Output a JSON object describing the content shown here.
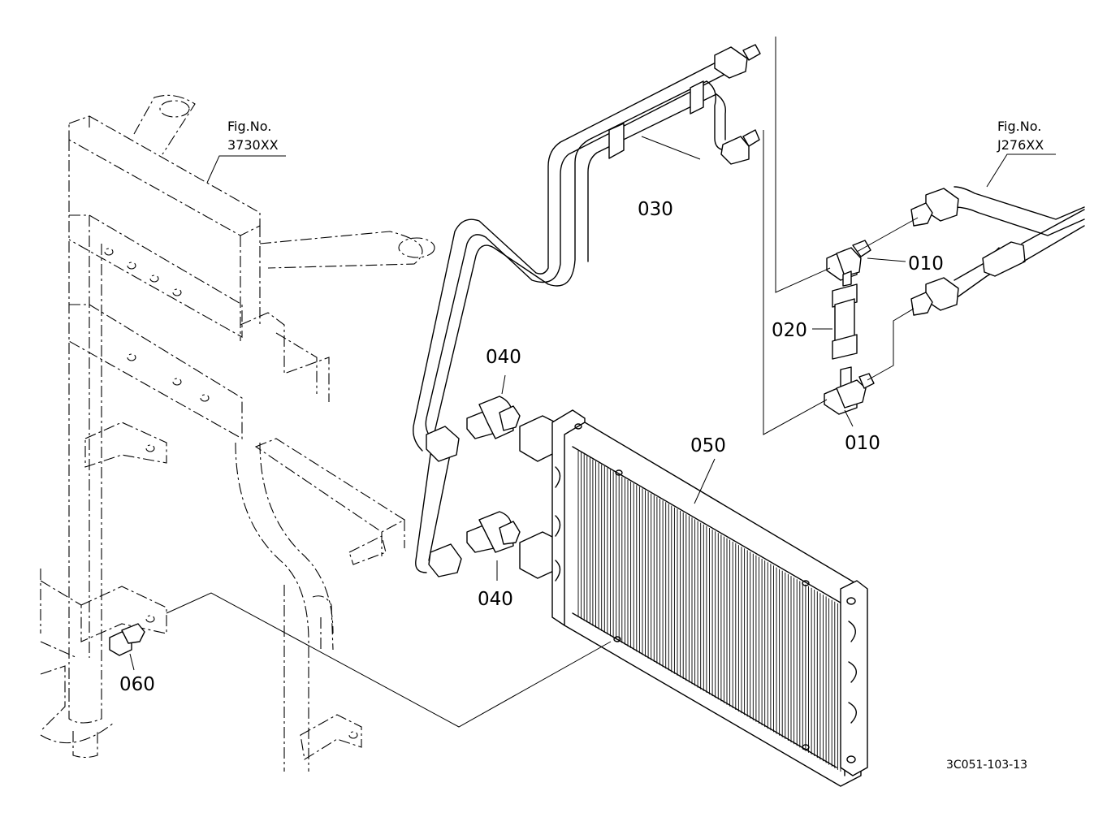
{
  "figure_refs": [
    {
      "label": "Fig.No.",
      "number": "3730XX"
    },
    {
      "label": "Fig.No.",
      "number": "J276XX"
    }
  ],
  "parts": [
    {
      "id": "010-upper",
      "number": "010"
    },
    {
      "id": "010-lower",
      "number": "010"
    },
    {
      "id": "020",
      "number": "020"
    },
    {
      "id": "030",
      "number": "030"
    },
    {
      "id": "040-upper",
      "number": "040"
    },
    {
      "id": "040-lower",
      "number": "040"
    },
    {
      "id": "050",
      "number": "050"
    },
    {
      "id": "060",
      "number": "060"
    }
  ],
  "drawing_code": "3C051-103-13"
}
